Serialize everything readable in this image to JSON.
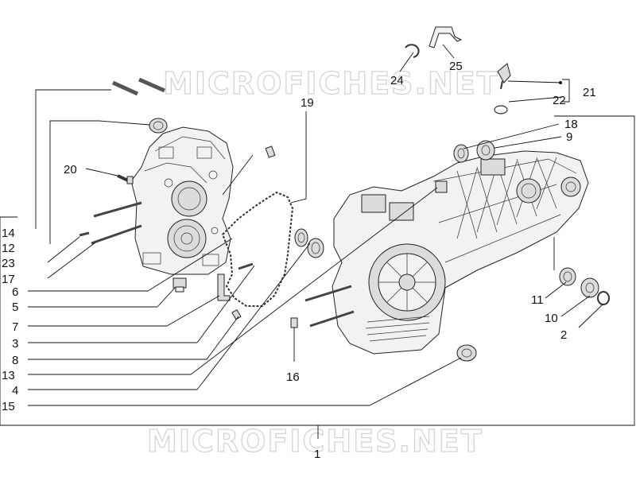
{
  "watermark": "MICROFICHES.NET",
  "callouts": {
    "c1": "1",
    "c2": "2",
    "c3": "3",
    "c4": "4",
    "c5": "5",
    "c6": "6",
    "c7": "7",
    "c8": "8",
    "c9": "9",
    "c10": "10",
    "c11": "11",
    "c12": "12",
    "c13": "13",
    "c14": "14",
    "c15": "15",
    "c16": "16",
    "c17": "17",
    "c18": "18",
    "c19": "19",
    "c20": "20",
    "c21": "21",
    "c22": "22",
    "c23": "23",
    "c24": "24",
    "c25": "25"
  },
  "colors": {
    "line": "#111111",
    "watermark": "#d4d4d4",
    "part_fill": "#f2f2f2"
  }
}
